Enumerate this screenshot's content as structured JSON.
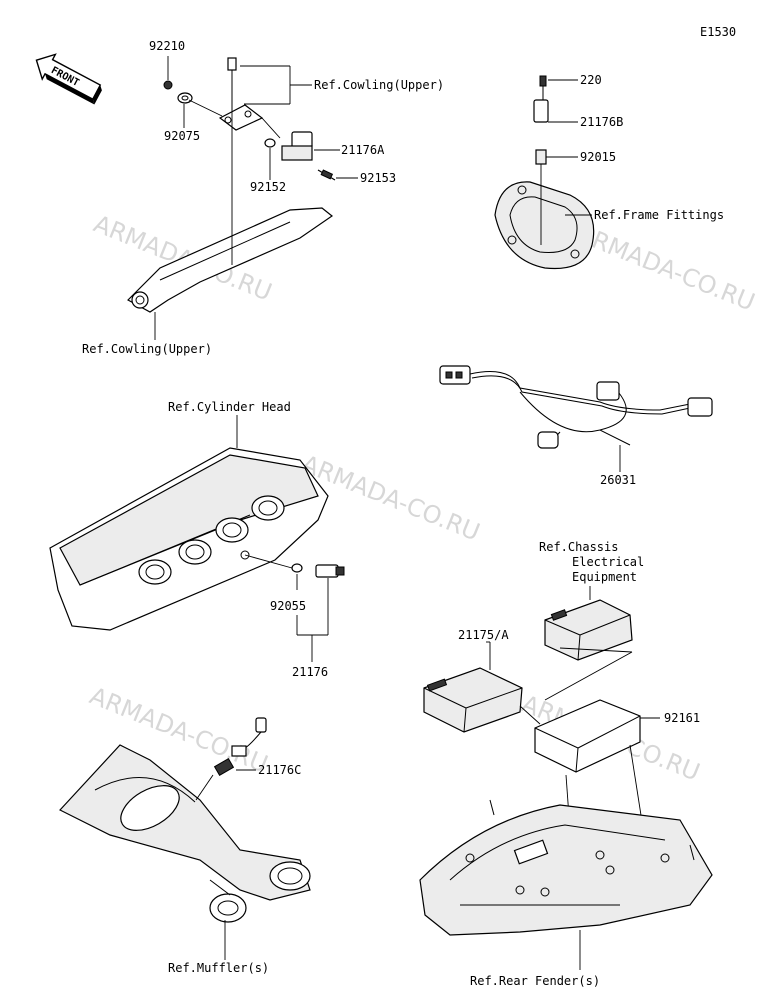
{
  "diagram": {
    "code": "E1530",
    "front_label": "FRONT",
    "watermark": "ARMADA-CO.RU",
    "labels": {
      "p92210": "92210",
      "p92075": "92075",
      "cowling_upper_top": "Ref.Cowling(Upper)",
      "p21176A": "21176A",
      "p92152": "92152",
      "p92153": "92153",
      "cowling_upper_bottom": "Ref.Cowling(Upper)",
      "p220": "220",
      "p21176B": "21176B",
      "p92015": "92015",
      "frame_fittings": "Ref.Frame Fittings",
      "p26031": "26031",
      "cylinder_head": "Ref.Cylinder Head",
      "p92055": "92055",
      "p21176": "21176",
      "chassis_line1": "Ref.Chassis",
      "chassis_line2": "Electrical",
      "chassis_line3": "Equipment",
      "p21175A": "21175/A",
      "p92161": "92161",
      "p21176C": "21176C",
      "muffler": "Ref.Muffler(s)",
      "rear_fender": "Ref.Rear Fender(s)"
    }
  }
}
